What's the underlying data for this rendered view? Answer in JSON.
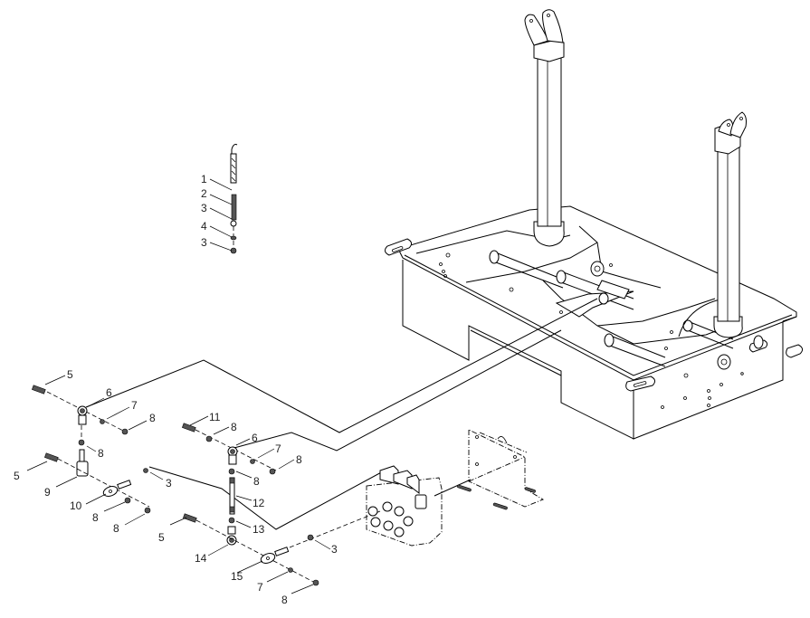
{
  "diagram": {
    "title": "Control linkage exploded parts view",
    "colors": {
      "line": "#000000",
      "background": "#ffffff",
      "label": "#222222"
    },
    "callouts": [
      {
        "id": "c1",
        "text": "1"
      },
      {
        "id": "c2",
        "text": "2"
      },
      {
        "id": "c3a",
        "text": "3"
      },
      {
        "id": "c4",
        "text": "4"
      },
      {
        "id": "c3b",
        "text": "3"
      },
      {
        "id": "c5a",
        "text": "5"
      },
      {
        "id": "c6a",
        "text": "6"
      },
      {
        "id": "c7a",
        "text": "7"
      },
      {
        "id": "c8a",
        "text": "8"
      },
      {
        "id": "c8b",
        "text": "8"
      },
      {
        "id": "c5b",
        "text": "5"
      },
      {
        "id": "c9",
        "text": "9"
      },
      {
        "id": "c10",
        "text": "10"
      },
      {
        "id": "c3c",
        "text": "3"
      },
      {
        "id": "c8c",
        "text": "8"
      },
      {
        "id": "c8d",
        "text": "8"
      },
      {
        "id": "c11",
        "text": "11"
      },
      {
        "id": "c8e",
        "text": "8"
      },
      {
        "id": "c6b",
        "text": "6"
      },
      {
        "id": "c7b",
        "text": "7"
      },
      {
        "id": "c8f",
        "text": "8"
      },
      {
        "id": "c8g",
        "text": "8"
      },
      {
        "id": "c12",
        "text": "12"
      },
      {
        "id": "c13",
        "text": "13"
      },
      {
        "id": "c5c",
        "text": "5"
      },
      {
        "id": "c14",
        "text": "14"
      },
      {
        "id": "c15",
        "text": "15"
      },
      {
        "id": "c3d",
        "text": "3"
      },
      {
        "id": "c7c",
        "text": "7"
      },
      {
        "id": "c8h",
        "text": "8"
      }
    ]
  }
}
